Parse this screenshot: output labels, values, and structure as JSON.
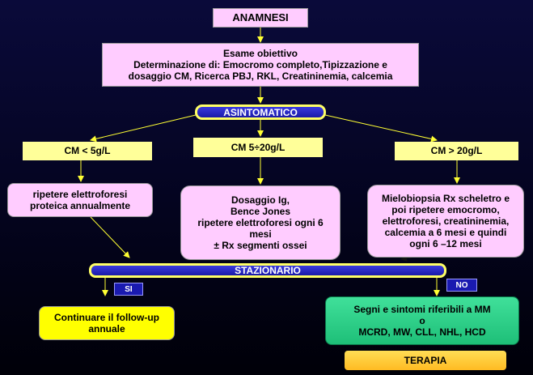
{
  "diagram": {
    "anamnesi": "ANAMNESI",
    "esame": {
      "line1": "Esame obiettivo",
      "line2": "Determinazione di: Emocromo completo,Tipizzazione e",
      "line3": "dosaggio CM, Ricerca PBJ, RKL, Creatininemia, calcemia"
    },
    "asintomatico": "ASINTOMATICO",
    "cm_low": "CM < 5g/L",
    "cm_mid": "CM 5÷20g/L",
    "cm_high": "CM > 20g/L",
    "ripetere": {
      "line1": "ripetere elettroforesi",
      "line2": "proteica annualmente"
    },
    "dosaggio": {
      "line1": "Dosaggio Ig,",
      "line2": "Bence Jones",
      "line3": "ripetere elettroforesi ogni 6",
      "line4": "mesi",
      "line5": "± Rx segmenti ossei"
    },
    "mielobiopsia": {
      "line1": "Mielobiopsia Rx scheletro e",
      "line2": "poi ripetere emocromo,",
      "line3": "elettroforesi, creatininemia,",
      "line4": "calcemia a 6 mesi e quindi",
      "line5": "ogni 6 –12 mesi"
    },
    "stazionario": "STAZIONARIO",
    "si": "SI",
    "no": "NO",
    "continuare": {
      "line1": "Continuare il follow-up",
      "line2": "annuale"
    },
    "segni": {
      "line1": "Segni e sintomi riferibili a MM",
      "line2": "o",
      "line3": "MCRD, MW, CLL, NHL, HCD"
    },
    "terapia": "TERAPIA"
  },
  "colors": {
    "background": "#050524",
    "pink_box": "#ffccff",
    "yellow_box": "#ffff99",
    "banner_blue": "#1a1aa8",
    "banner_border": "#ffff66",
    "green_box": "#2ecf8a",
    "orange_box": "#ffcc33",
    "arrow": "#ffff33"
  }
}
